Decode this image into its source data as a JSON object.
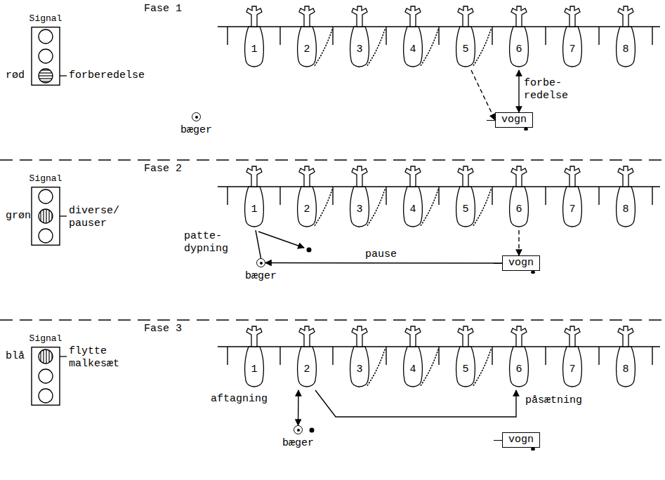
{
  "diagram": {
    "nodes": [
      {
        "text": [
          "Signal"
        ]
      },
      {
        "text": [
          "1"
        ]
      },
      {
        "text": [
          "2"
        ]
      },
      {
        "text": [
          "3"
        ]
      },
      {
        "text": [
          "4"
        ]
      },
      {
        "text": [
          "5"
        ]
      },
      {
        "text": [
          "6"
        ]
      },
      {
        "text": [
          "7"
        ]
      },
      {
        "text": [
          "8"
        ]
      },
      {
        "text": [
          "vogn"
        ]
      },
      {
        "text": [
          "bæger"
        ]
      },
      {
        "text": [
          "Signal"
        ]
      },
      {
        "text": [
          "1"
        ]
      },
      {
        "text": [
          "2"
        ]
      },
      {
        "text": [
          "3"
        ]
      },
      {
        "text": [
          "4"
        ]
      },
      {
        "text": [
          "5"
        ]
      },
      {
        "text": [
          "6"
        ]
      },
      {
        "text": [
          "7"
        ]
      },
      {
        "text": [
          "8"
        ]
      },
      {
        "text": [
          "vogn"
        ]
      },
      {
        "text": [
          "bæger"
        ]
      },
      {
        "text": [
          "Signal"
        ]
      },
      {
        "text": [
          "1"
        ]
      },
      {
        "text": [
          "2"
        ]
      },
      {
        "text": [
          "3"
        ]
      },
      {
        "text": [
          "4"
        ]
      },
      {
        "text": [
          "5"
        ]
      },
      {
        "text": [
          "6"
        ]
      },
      {
        "text": [
          "7"
        ]
      },
      {
        "text": [
          "8"
        ]
      },
      {
        "text": [
          "vogn"
        ]
      },
      {
        "text": [
          "bæger"
        ]
      }
    ],
    "edges": [
      {
        "from": 5,
        "to": 9,
        "arrow": "to"
      },
      {
        "from": 6,
        "to": 9,
        "label": "forbe- redelse",
        "arrow": "both"
      },
      {
        "from": 12,
        "to": 21,
        "arrow": "none"
      },
      {
        "from": 17,
        "to": 20,
        "arrow": "to"
      },
      {
        "from": 20,
        "to": 21,
        "label": "pause",
        "arrow": "to"
      },
      {
        "from": 32,
        "to": 24,
        "arrow": "both"
      },
      {
        "from": 24,
        "to": 28,
        "arrow": "to"
      }
    ],
    "labels": [
      "Fase 1",
      "rød",
      "forberedelse",
      "Fase 2",
      "grøn",
      "diverse/ pauser",
      "patte- dypning",
      "Fase 3",
      "blå",
      "flytte malkesæt",
      "aftagning",
      "påsætning"
    ]
  }
}
